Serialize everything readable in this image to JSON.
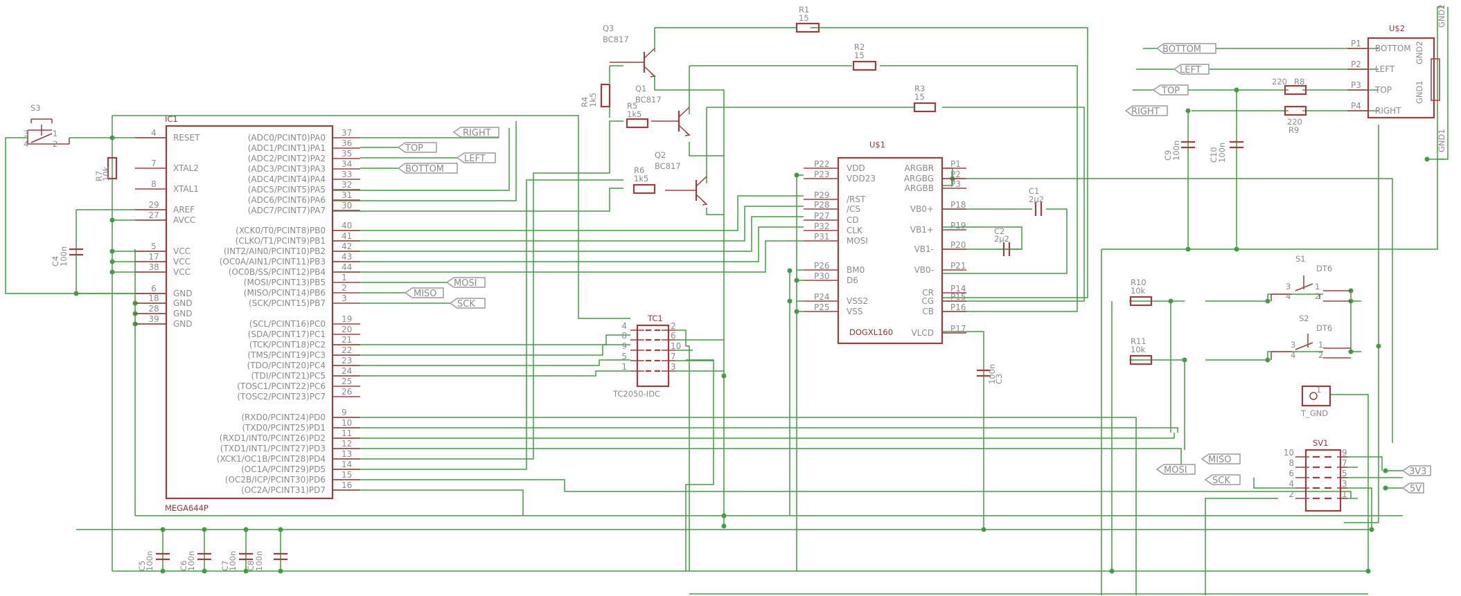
{
  "ic1": {
    "name": "IC1",
    "value": "MEGA644P",
    "left_pins": [
      {
        "num": "4",
        "label": "RESET"
      },
      {
        "num": "7",
        "label": "XTAL2"
      },
      {
        "num": "8",
        "label": "XTAL1"
      },
      {
        "num": "29",
        "label": "AREF"
      },
      {
        "num": "27",
        "label": "AVCC"
      },
      {
        "num": "5",
        "label": "VCC"
      },
      {
        "num": "17",
        "label": "VCC"
      },
      {
        "num": "38",
        "label": "VCC"
      },
      {
        "num": "6",
        "label": "GND"
      },
      {
        "num": "18",
        "label": "GND"
      },
      {
        "num": "28",
        "label": "GND"
      },
      {
        "num": "39",
        "label": "GND"
      }
    ],
    "right_pins": [
      {
        "num": "37",
        "label": "(ADC0/PCINT0)PA0"
      },
      {
        "num": "36",
        "label": "(ADC1/PCINT1)PA1"
      },
      {
        "num": "35",
        "label": "(ADC2/PCINT2)PA2"
      },
      {
        "num": "34",
        "label": "(ADC3/PCINT3)PA3"
      },
      {
        "num": "33",
        "label": "(ADC4/PCINT4)PA4"
      },
      {
        "num": "32",
        "label": "(ADC5/PCINT5)PA5"
      },
      {
        "num": "31",
        "label": "(ADC6/PCINT6)PA6"
      },
      {
        "num": "30",
        "label": "(ADC7/PCINT7)PA7"
      },
      {
        "num": "40",
        "label": "(XCK0/T0/PCINT8)PB0"
      },
      {
        "num": "41",
        "label": "(CLKO/T1/PCINT9)PB1"
      },
      {
        "num": "42",
        "label": "(INT2/AIN0/PCINT10)PB2"
      },
      {
        "num": "43",
        "label": "(OC0A/AIN1/PCINT11)PB3"
      },
      {
        "num": "44",
        "label": "(OC0B/SS/PCINT12)PB4"
      },
      {
        "num": "1",
        "label": "(MOSI/PCINT13)PB5"
      },
      {
        "num": "2",
        "label": "(MISO/PCINT14)PB6"
      },
      {
        "num": "3",
        "label": "(SCK/PCINT15)PB7"
      },
      {
        "num": "19",
        "label": "(SCL/PCINT16)PC0"
      },
      {
        "num": "20",
        "label": "(SDA/PCINT17)PC1"
      },
      {
        "num": "21",
        "label": "(TCK/PCINT18)PC2"
      },
      {
        "num": "22",
        "label": "(TMS/PCINT19)PC3"
      },
      {
        "num": "23",
        "label": "(TDO/PCINT20)PC4"
      },
      {
        "num": "24",
        "label": "(TDI/PCINT21)PC5"
      },
      {
        "num": "25",
        "label": "(TOSC1/PCINT22)PC6"
      },
      {
        "num": "26",
        "label": "(TOSC2/PCINT23)PC7"
      },
      {
        "num": "9",
        "label": "(RXD0/PCINT24)PD0"
      },
      {
        "num": "10",
        "label": "(TXD0/PCINT25)PD1"
      },
      {
        "num": "11",
        "label": "(RXD1/INT0/PCINT26)PD2"
      },
      {
        "num": "12",
        "label": "(TXD1/INT1/PCINT27)PD3"
      },
      {
        "num": "13",
        "label": "(XCK1/OC1B/PCINT28)PD4"
      },
      {
        "num": "14",
        "label": "(OC1A/PCINT29)PD5"
      },
      {
        "num": "15",
        "label": "(OC2B/ICP/PCINT30)PD6"
      },
      {
        "num": "16",
        "label": "(OC2A/PCINT31)PD7"
      }
    ]
  },
  "u1": {
    "name": "U$1",
    "value": "DOGXL160",
    "left_pins": [
      {
        "num": "P22",
        "label": "VDD"
      },
      {
        "num": "P23",
        "label": "VDD23"
      },
      {
        "num": "P29",
        "label": "/RST"
      },
      {
        "num": "P28",
        "label": "/CS"
      },
      {
        "num": "P27",
        "label": "CD"
      },
      {
        "num": "P32",
        "label": "CLK"
      },
      {
        "num": "P31",
        "label": "MOSI"
      },
      {
        "num": "P26",
        "label": "BM0"
      },
      {
        "num": "P30",
        "label": "D6"
      },
      {
        "num": "P24",
        "label": "VSS2"
      },
      {
        "num": "P25",
        "label": "VSS"
      }
    ],
    "right_pins": [
      {
        "num": "P1",
        "label": "ARGBR"
      },
      {
        "num": "P2",
        "label": "ARGBG"
      },
      {
        "num": "P3",
        "label": "ARGBB"
      },
      {
        "num": "P18",
        "label": "VB0+"
      },
      {
        "num": "P19",
        "label": "VB1+"
      },
      {
        "num": "P20",
        "label": "VB1-"
      },
      {
        "num": "P21",
        "label": "VB0-"
      },
      {
        "num": "P14",
        "label": "CR"
      },
      {
        "num": "P15",
        "label": "CG"
      },
      {
        "num": "P16",
        "label": "CB"
      },
      {
        "num": "P17",
        "label": "VLCD"
      }
    ]
  },
  "u2": {
    "name": "U$2",
    "pins": [
      {
        "num": "P1",
        "label": "BOTTOM"
      },
      {
        "num": "P2",
        "label": "LEFT"
      },
      {
        "num": "P3",
        "label": "TOP"
      },
      {
        "num": "P4",
        "label": "RIGHT"
      }
    ],
    "gnd_labels": [
      "GND2",
      "GND1",
      "GND2",
      "GND1"
    ]
  },
  "tc1": {
    "name": "TC1",
    "value": "TC2050-IDC",
    "left_nums": [
      "4",
      "8",
      "9",
      "5",
      "1"
    ],
    "right_nums": [
      "2",
      "6",
      "10",
      "7",
      "3"
    ]
  },
  "sv1": {
    "name": "SV1",
    "left_nums": [
      "10",
      "8",
      "6",
      "4",
      "2"
    ],
    "right_nums": [
      "9",
      "7",
      "5",
      "3",
      "1"
    ]
  },
  "transistors": [
    {
      "name": "Q3",
      "value": "BC817"
    },
    {
      "name": "Q1",
      "value": "BC817"
    },
    {
      "name": "Q2",
      "value": "BC817"
    }
  ],
  "resistors": {
    "r1": {
      "name": "R1",
      "value": "15"
    },
    "r2": {
      "name": "R2",
      "value": "15"
    },
    "r3": {
      "name": "R3",
      "value": "15"
    },
    "r4": {
      "name": "R4",
      "value": "1k5"
    },
    "r5": {
      "name": "R5",
      "value": "1k5"
    },
    "r6": {
      "name": "R6",
      "value": "1k5"
    },
    "r7": {
      "name": "R7",
      "value": "10k"
    },
    "r8": {
      "name": "R8",
      "value": "220"
    },
    "r9": {
      "name": "R9",
      "value": "220"
    },
    "r10": {
      "name": "R10",
      "value": "10k"
    },
    "r11": {
      "name": "R11",
      "value": "10k"
    }
  },
  "capacitors": {
    "c1": {
      "name": "C1",
      "value": "2µ2"
    },
    "c2": {
      "name": "C2",
      "value": "2µ2"
    },
    "c3": {
      "name": "C3",
      "value": "100n"
    },
    "c4": {
      "name": "C4",
      "value": "100n"
    },
    "c5": {
      "name": "C5",
      "value": "100n"
    },
    "c6": {
      "name": "C6",
      "value": "100n"
    },
    "c7": {
      "name": "C7",
      "value": "100n"
    },
    "c8": {
      "name": "C8",
      "value": "100n"
    },
    "c9": {
      "name": "C9",
      "value": "100n"
    },
    "c10": {
      "name": "C10",
      "value": "100n"
    }
  },
  "switches": {
    "s1": {
      "name": "S1",
      "value": "DT6"
    },
    "s2": {
      "name": "S2",
      "value": "DT6"
    },
    "s3": {
      "name": "S3"
    }
  },
  "testpoint": {
    "name": "T_GND",
    "num": "1"
  },
  "net_labels": {
    "right": "RIGHT",
    "top": "TOP",
    "left": "LEFT",
    "bottom": "BOTTOM",
    "mosi": "MOSI",
    "miso": "MISO",
    "sck": "SCK",
    "u2_bottom": "BOTTOM",
    "u2_left": "LEFT",
    "u2_top": "TOP",
    "u2_right": "RIGHT",
    "sv_mosi": "MOSI",
    "sv_miso": "MISO",
    "sv_sck": "SCK",
    "v3": "3V3",
    "v5": "5V"
  },
  "switch_pins": {
    "a": "1",
    "b": "2",
    "c": "3",
    "d": "4"
  }
}
